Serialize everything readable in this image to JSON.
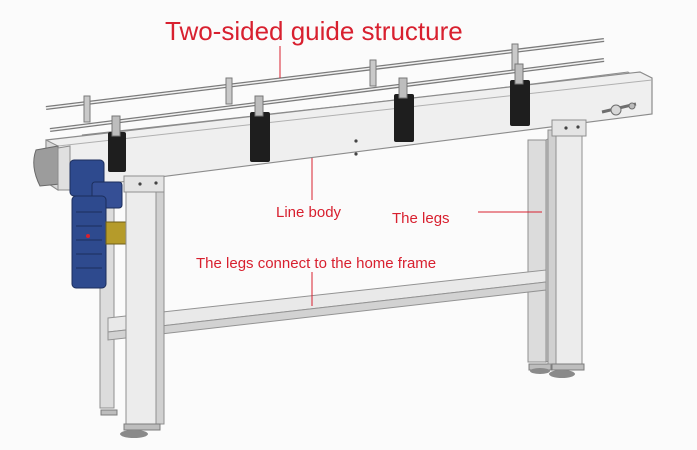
{
  "labels": {
    "guide": "Two-sided guide structure",
    "line_body": "Line body",
    "legs": "The legs",
    "leg_frame": "The legs connect to the home frame"
  },
  "colors": {
    "label_red": "#d8202f",
    "frame_light": "#ececec",
    "frame_edge": "#9a9a9a",
    "bracket_dark": "#1e1e1e",
    "motor_blue": "#2e4a8e"
  },
  "icons": {
    "motor": "gear-motor-icon"
  }
}
